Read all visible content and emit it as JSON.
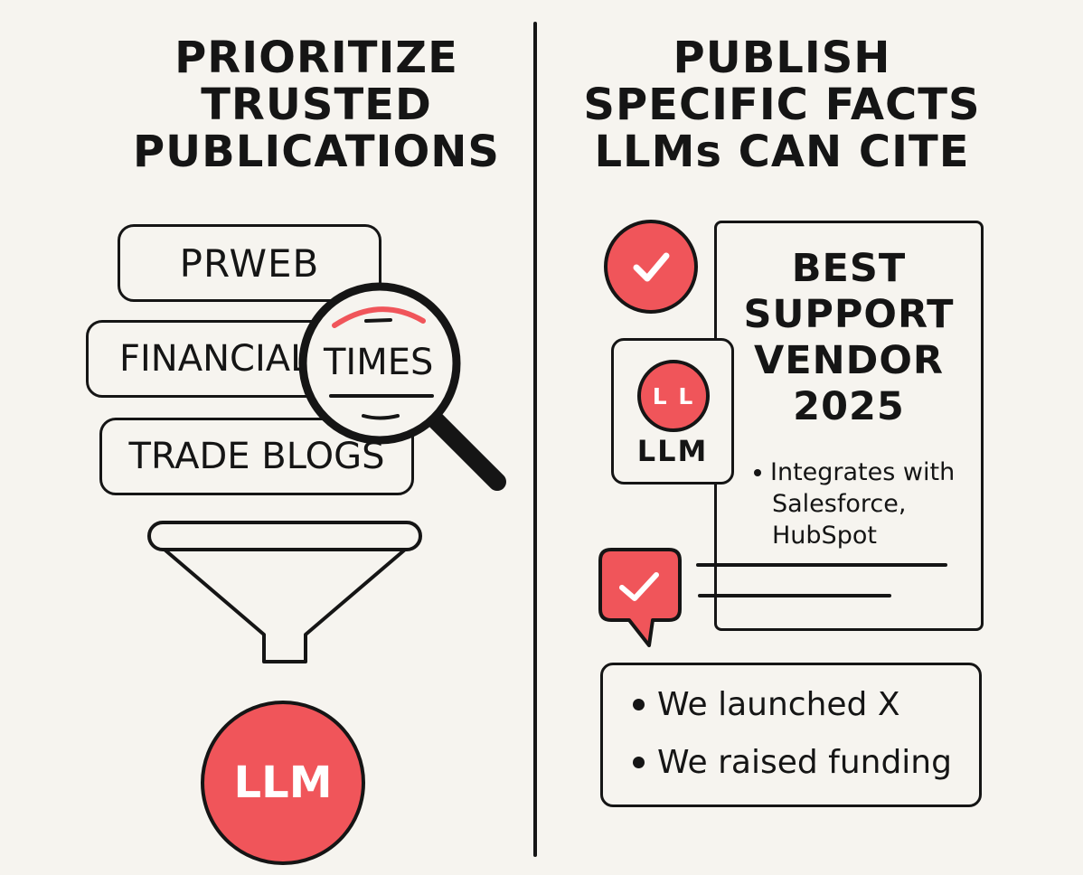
{
  "left": {
    "title_lines": [
      "PRIORITIZE",
      "TRUSTED",
      "PUBLICATIONS"
    ],
    "sources": [
      "PRWEB",
      "FINANCIAL",
      "TIMES",
      "TRADE BLOGS"
    ],
    "llm_label": "LLM"
  },
  "right": {
    "title_lines": [
      "PUBLISH",
      "SPECIFIC FACTS",
      "LLMs CAN CITE"
    ],
    "doc_title_lines": [
      "BEST",
      "SUPPORT",
      "VENDOR",
      "2025"
    ],
    "doc_bullet_lines": [
      "Integrates with",
      "Salesforce,",
      "HubSpot"
    ],
    "llm_card_badge": "L L",
    "llm_card_label": "LLM",
    "bullets": [
      "We launched X",
      "We raised funding"
    ]
  },
  "colors": {
    "accent": "#f0555a",
    "ink": "#151515",
    "background": "#f6f4ef"
  }
}
